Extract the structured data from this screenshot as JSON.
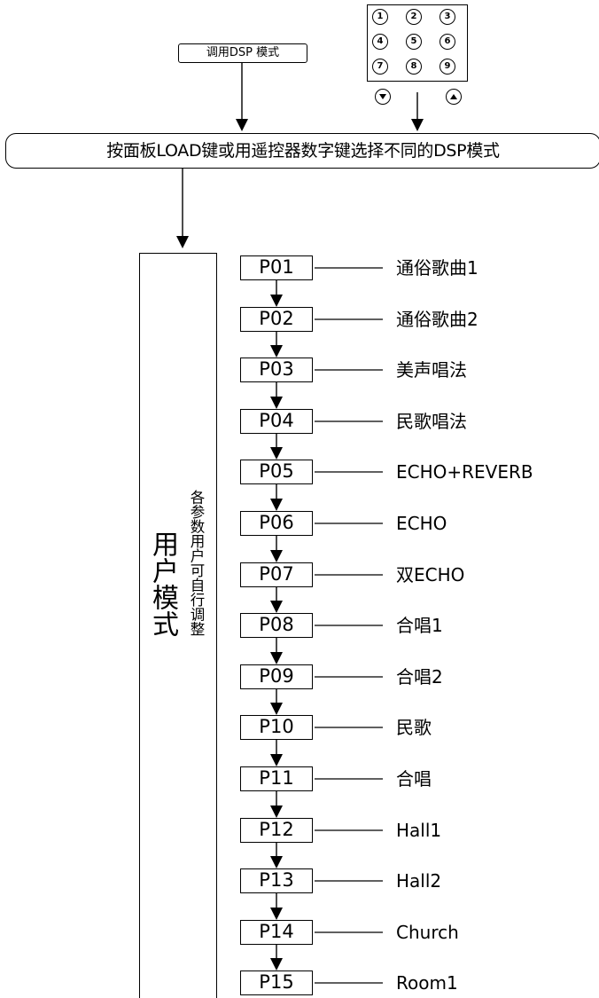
{
  "dsp_label": "调用DSP 模式",
  "banner_text": "按面板LOAD键或用遥控器数字键选择不同的DSP模式",
  "user_mode": {
    "title": "用户模式",
    "subtitle": "各参数用户可自行调整"
  },
  "keypad": {
    "keys": [
      "1",
      "2",
      "3",
      "4",
      "5",
      "6",
      "7",
      "8",
      "9"
    ],
    "down_icon": "down-triangle-icon",
    "up_icon": "up-triangle-icon"
  },
  "presets": [
    {
      "code": "P01",
      "name": "通俗歌曲1"
    },
    {
      "code": "P02",
      "name": "通俗歌曲2"
    },
    {
      "code": "P03",
      "name": "美声唱法"
    },
    {
      "code": "P04",
      "name": "民歌唱法"
    },
    {
      "code": "P05",
      "name": "ECHO+REVERB"
    },
    {
      "code": "P06",
      "name": "ECHO"
    },
    {
      "code": "P07",
      "name": "双ECHO"
    },
    {
      "code": "P08",
      "name": "合唱1"
    },
    {
      "code": "P09",
      "name": "合唱2"
    },
    {
      "code": "P10",
      "name": "民歌"
    },
    {
      "code": "P11",
      "name": "合唱"
    },
    {
      "code": "P12",
      "name": "Hall1"
    },
    {
      "code": "P13",
      "name": "Hall2"
    },
    {
      "code": "P14",
      "name": "Church"
    },
    {
      "code": "P15",
      "name": "Room1"
    }
  ]
}
